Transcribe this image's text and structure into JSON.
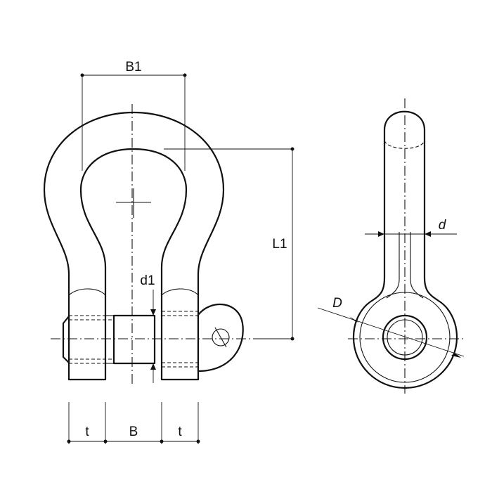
{
  "diagram": {
    "labels": {
      "b1": "B1",
      "l1": "L1",
      "d1": "d1",
      "d": "d",
      "big_d": "D",
      "t_left": "t",
      "b": "B",
      "t_right": "t"
    }
  }
}
